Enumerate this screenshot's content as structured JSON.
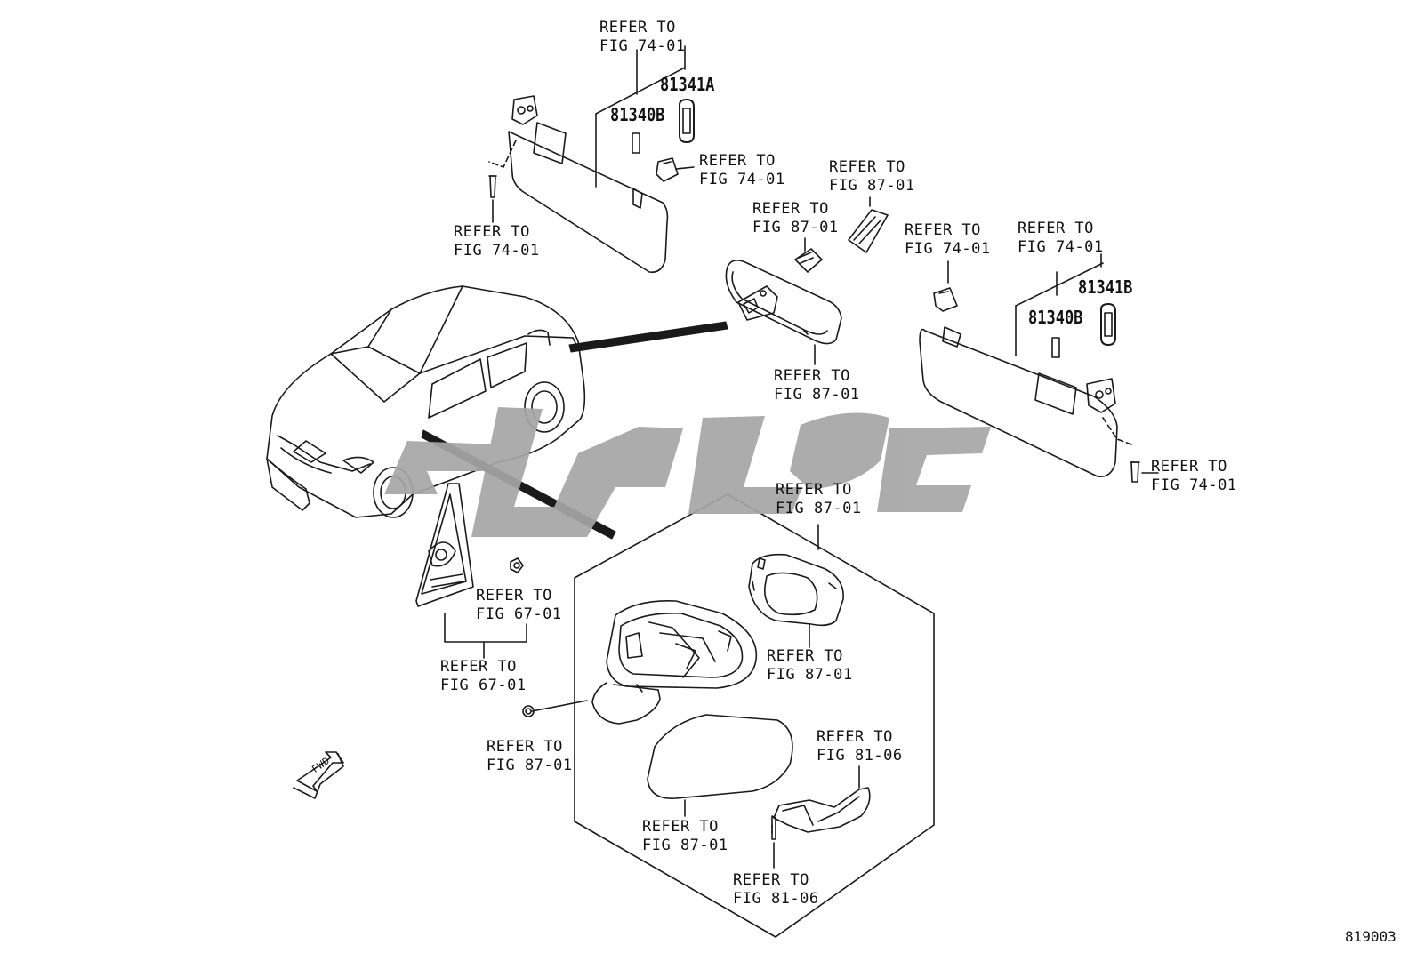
{
  "colors": {
    "line": "#1a1a1a",
    "watermark": "#a6a6a6",
    "background": "#ffffff"
  },
  "refs": {
    "sv_top": [
      "REFER TO",
      "FIG 74-01"
    ],
    "sv_clip": [
      "REFER TO",
      "FIG 74-01"
    ],
    "sv_screw": [
      "REFER TO",
      "FIG 74-01"
    ],
    "mirror_mount": [
      "REFER TO",
      "FIG 87-01"
    ],
    "mirror_cover": [
      "REFER TO",
      "FIG 87-01"
    ],
    "mirror_bottom": [
      "REFER TO",
      "FIG 87-01"
    ],
    "rh_clip": [
      "REFER TO",
      "FIG 74-01"
    ],
    "rh_top": [
      "REFER TO",
      "FIG 74-01"
    ],
    "rh_screw": [
      "REFER TO",
      "FIG 74-01"
    ],
    "outer_mirror": [
      "REFER TO",
      "FIG 87-01"
    ],
    "glass": [
      "REFER TO",
      "FIG 87-01"
    ],
    "garnish_nut": [
      "REFER TO",
      "FIG 67-01"
    ],
    "garnish": [
      "REFER TO",
      "FIG 67-01"
    ],
    "nut": [
      "REFER TO",
      "FIG 87-01"
    ],
    "cover": [
      "REFER TO",
      "FIG 87-01"
    ],
    "turn_lamp": [
      "REFER TO",
      "FIG 81-06"
    ],
    "turn_screw": [
      "REFER TO",
      "FIG 81-06"
    ]
  },
  "parts": {
    "p81341a": "81341A",
    "p81340b_l": "81340B",
    "p81341b": "81341B",
    "p81340b_r": "81340B"
  },
  "fwd_label": "FWD",
  "figure_number": "819003",
  "icons": {
    "fwd_arrow": "fwd-arrow-icon",
    "watermark": "watermark-logo"
  }
}
